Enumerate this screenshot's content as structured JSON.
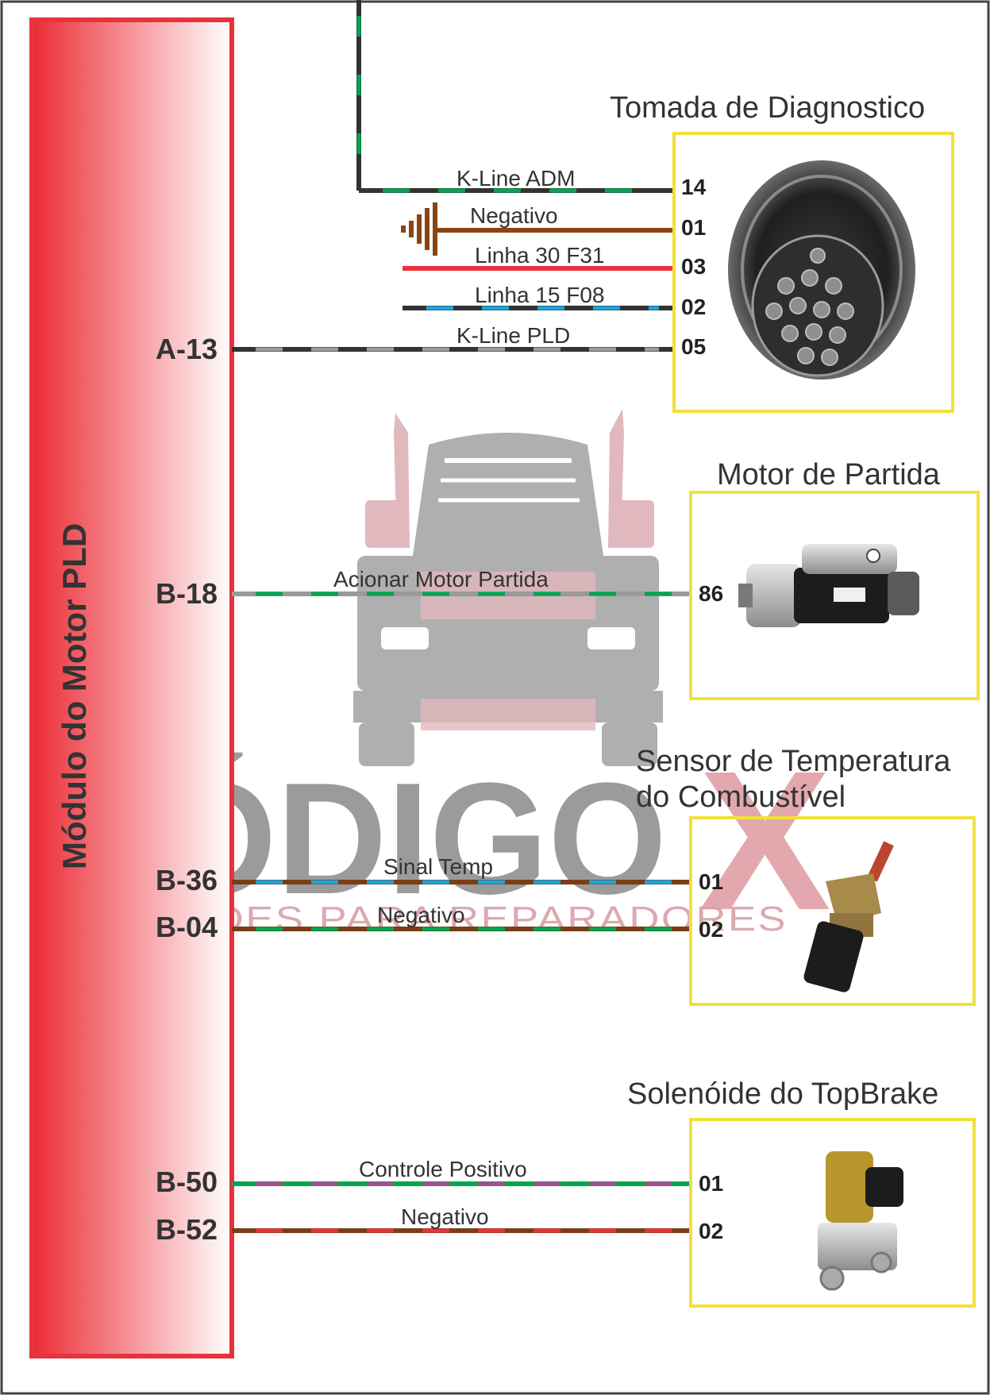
{
  "module": {
    "title": "Módulo do Motor PLD",
    "colors": {
      "border": "#e8323c",
      "gradient_from": "#ec2b34",
      "gradient_to": "#ffffff"
    }
  },
  "watermark": {
    "main_left": "CÓDIGO",
    "main_x": "X",
    "tagline": "SOLUÇÕES PARA REPARADORES"
  },
  "components": [
    {
      "id": "diag",
      "title": "Tomada de Diagnostico",
      "image": "connector-photo"
    },
    {
      "id": "starter",
      "title": "Motor de Partida",
      "image": "starter-motor-photo"
    },
    {
      "id": "temp",
      "title_lines": [
        "Sensor de Temperatura",
        "do Combustível"
      ],
      "image": "temperature-sensor-photo"
    },
    {
      "id": "brake",
      "title": "Solenóide do TopBrake",
      "image": "solenoid-valve-photo"
    }
  ],
  "wires": [
    {
      "id": "kline-adm",
      "label": "K-Line ADM",
      "ecu_pin": "",
      "comp_pin": "14",
      "base": "#333333",
      "stripe": "#00a651"
    },
    {
      "id": "negativo-diag",
      "label": "Negativo",
      "ecu_pin": "",
      "comp_pin": "01",
      "base": "#8b4513",
      "stripe": "",
      "ground": true
    },
    {
      "id": "linha30",
      "label": "Linha 30 F31",
      "ecu_pin": "",
      "comp_pin": "03",
      "base": "#e8323c",
      "stripe": ""
    },
    {
      "id": "linha15",
      "label": "Linha 15 F08",
      "ecu_pin": "",
      "comp_pin": "02",
      "base": "#333333",
      "stripe": "#1fa3dd"
    },
    {
      "id": "kline-pld",
      "label": "K-Line PLD",
      "ecu_pin": "A-13",
      "comp_pin": "05",
      "base": "#333333",
      "stripe": "#9a9a9a"
    },
    {
      "id": "acionar",
      "label": "Acionar Motor Partida",
      "ecu_pin": "B-18",
      "comp_pin": "86",
      "base": "#9a9a9a",
      "stripe": "#00a651"
    },
    {
      "id": "sinal-temp",
      "label": "Sinal Temp",
      "ecu_pin": "B-36",
      "comp_pin": "01",
      "base": "#7a3d16",
      "stripe": "#1fa3dd"
    },
    {
      "id": "negativo-temp",
      "label": "Negativo",
      "ecu_pin": "B-04",
      "comp_pin": "02",
      "base": "#7a3d16",
      "stripe": "#00a651"
    },
    {
      "id": "controle-pos",
      "label": "Controle Positivo",
      "ecu_pin": "B-50",
      "comp_pin": "01",
      "base": "#00a651",
      "stripe": "#a0508f"
    },
    {
      "id": "negativo-brake",
      "label": "Negativo",
      "ecu_pin": "B-52",
      "comp_pin": "02",
      "base": "#7a3d16",
      "stripe": "#e8323c"
    }
  ],
  "colors": {
    "box_border": "#f2e03a",
    "frame": "#444444"
  }
}
